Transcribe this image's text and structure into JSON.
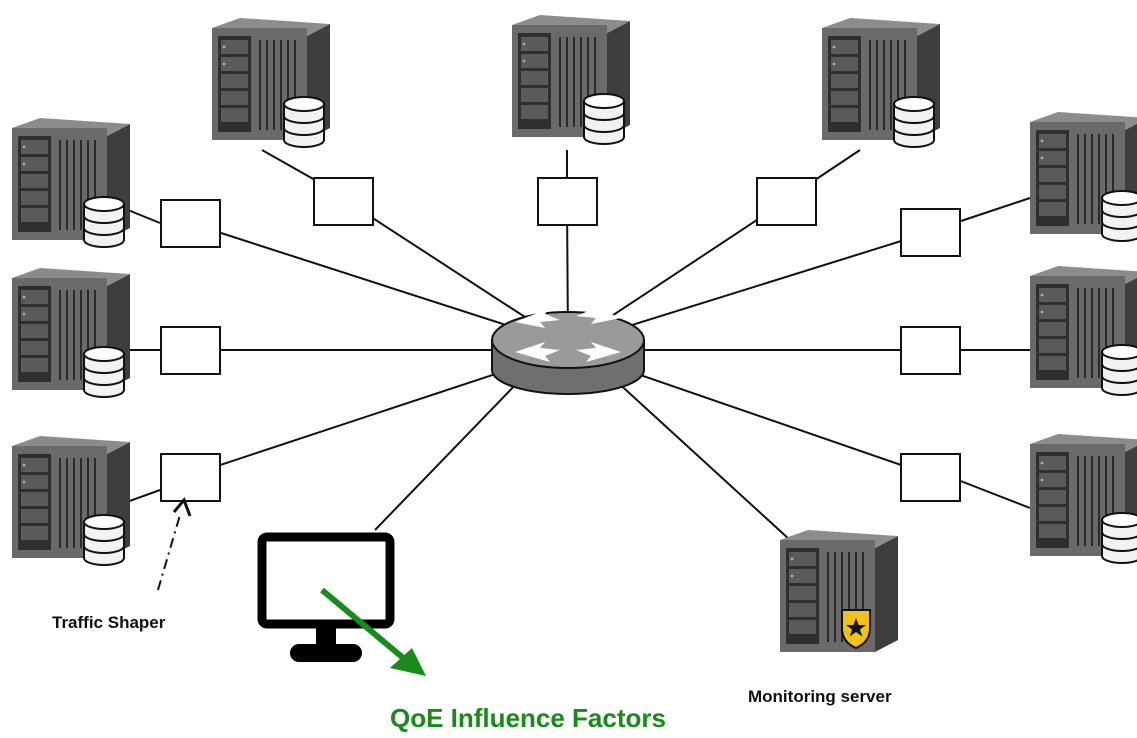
{
  "diagram": {
    "labels": {
      "traffic_shaper": "Traffic Shaper",
      "monitoring_server": "Monitoring server",
      "qoe_factors": "QoE Influence Factors"
    },
    "nodes": {
      "central": "router-icon",
      "servers": [
        "server-database-icon",
        "server-database-icon",
        "server-database-icon",
        "server-database-icon",
        "server-database-icon",
        "server-database-icon",
        "server-database-icon",
        "server-database-icon",
        "server-database-icon"
      ],
      "traffic_shapers": 9,
      "client": "monitor-icon",
      "monitoring": "security-server-icon"
    },
    "colors": {
      "accent_green": "#1a8a1a",
      "badge_yellow": "#f2c219",
      "router_gray": "#8a8a8a",
      "server_gray": "#5a5a5a"
    }
  }
}
